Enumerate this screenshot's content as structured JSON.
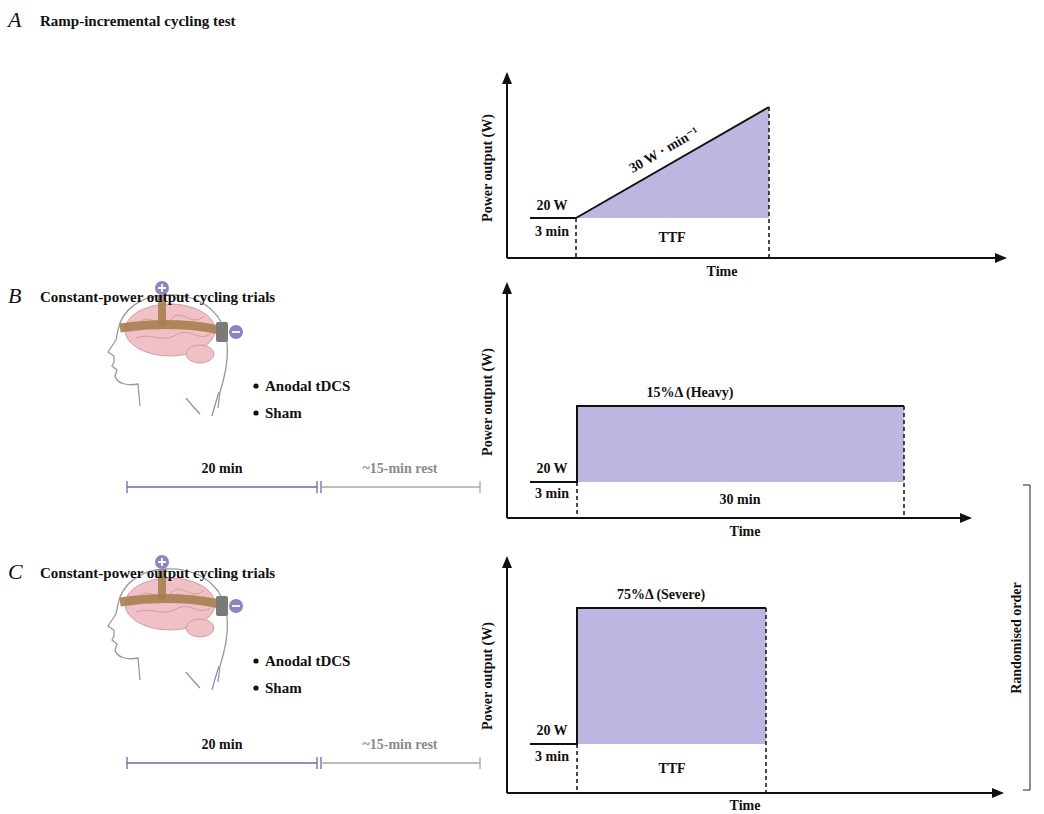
{
  "diagram": {
    "labels": [
      "A",
      "Ramp-incremental cycling test",
      "Power output (W)",
      "Time",
      "20 W",
      "3 min",
      "30 W · min⁻¹",
      "TTF",
      "B",
      "Constant-power output cycling trials",
      "Anodal tDCS",
      "Sham",
      "20 min",
      "~15-min rest",
      "Power output (W)",
      "15%Δ (Heavy)",
      "20 W",
      "3 min",
      "30 min",
      "Time",
      "C",
      "Constant-power output cycling trials",
      "Anodal tDCS",
      "Sham",
      "20 min",
      "~15-min rest",
      "Power output (W)",
      "75%Δ (Severe)",
      "20 W",
      "3 min",
      "TTF",
      "Time",
      "Randomised order"
    ]
  }
}
